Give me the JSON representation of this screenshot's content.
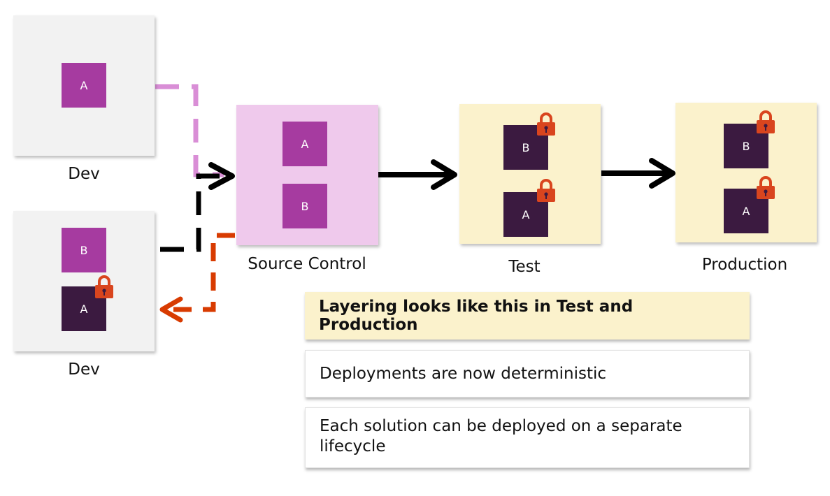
{
  "colors": {
    "unmanaged_tile": "#a63ba0",
    "managed_tile": "#3b1a40",
    "dev_background": "#f2f2f2",
    "source_control_background": "#efc9ec",
    "test_production_background": "#fbf2cc",
    "lock": "#d9451e",
    "dev_a_connector": "#d98ed6",
    "dev_b_connector": "#000000",
    "return_connector": "#d83b01"
  },
  "icons": {
    "lock": "padlock-icon",
    "arrow": "arrow-head-icon"
  },
  "environments": {
    "dev_top": {
      "label": "Dev",
      "tiles": [
        "A"
      ]
    },
    "dev_bottom": {
      "label": "Dev",
      "tiles": [
        "B",
        "A"
      ]
    },
    "source_control": {
      "label": "Source Control",
      "tiles": [
        "A",
        "B"
      ]
    },
    "test": {
      "label": "Test",
      "tiles": [
        "B",
        "A"
      ]
    },
    "production": {
      "label": "Production",
      "tiles": [
        "B",
        "A"
      ]
    }
  },
  "notes": {
    "heading": "Layering looks like this in Test and Production",
    "point_1": "Deployments are now deterministic",
    "point_2": "Each solution can be deployed on a separate lifecycle"
  }
}
